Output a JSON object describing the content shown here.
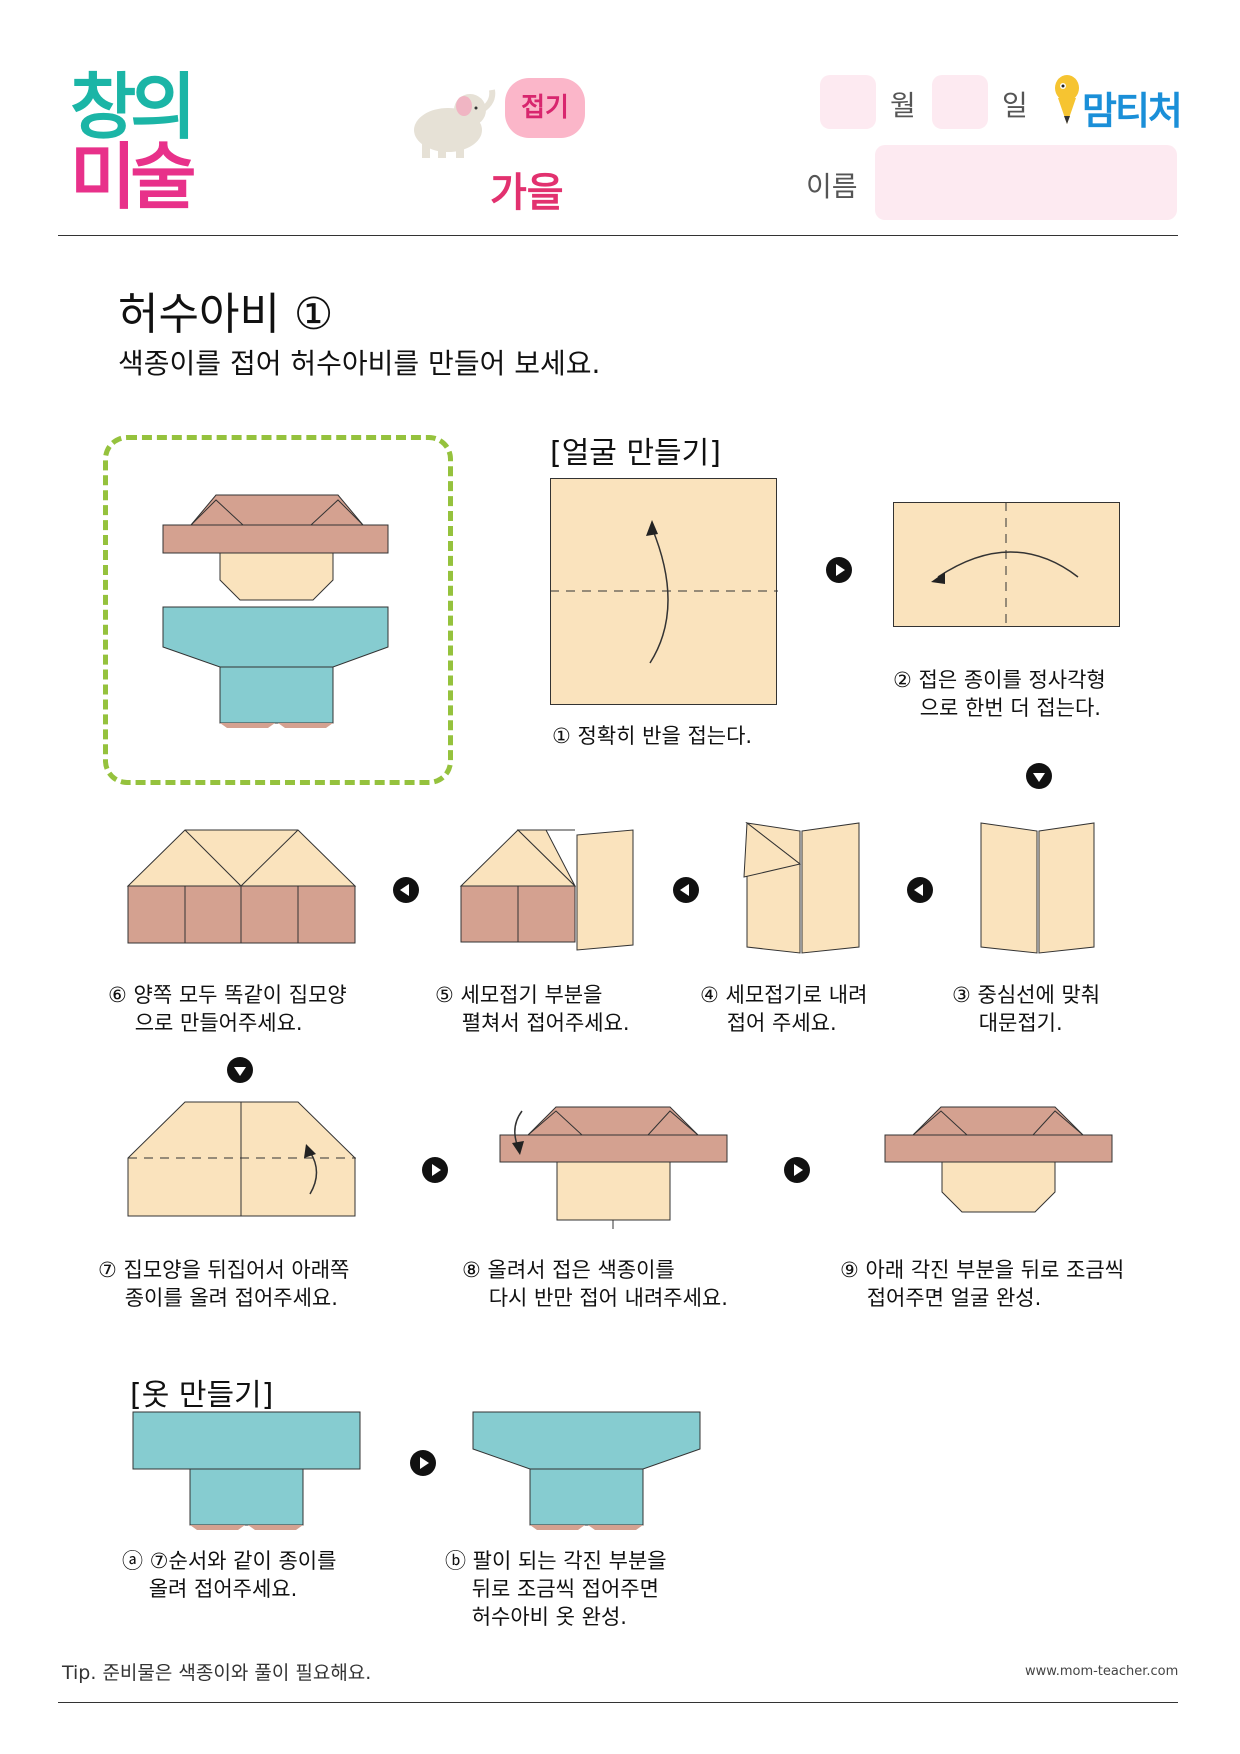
{
  "header": {
    "logo_line1": "창의",
    "logo_line2": "미술",
    "badge": "접기",
    "season": "가을",
    "month_label": "월",
    "day_label": "일",
    "brand": "맘티처",
    "name_label": "이름"
  },
  "title": "허수아비 ①",
  "subtitle": "색종이를 접어 허수아비를 만들어 보세요.",
  "sections": {
    "face": "[얼굴 만들기]",
    "clothes": "[옷 만들기]"
  },
  "steps": {
    "s1": "① 정확히 반을 접는다.",
    "s2": "② 접은 종이를 정사각형\n    으로 한번 더 접는다.",
    "s3": "③ 중심선에 맞춰\n    대문접기.",
    "s4": "④ 세모접기로 내려\n    접어 주세요.",
    "s5": "⑤ 세모접기 부분을\n    펼쳐서 접어주세요.",
    "s6": "⑥ 양쪽 모두 똑같이 집모양\n    으로 만들어주세요.",
    "s7": "⑦ 집모양을 뒤집어서 아래쪽\n    종이를 올려 접어주세요.",
    "s8": "⑧ 올려서 접은 색종이를\n    다시 반만 접어 내려주세요.",
    "s9": "⑨ 아래 각진 부분을 뒤로 조금씩\n    접어주면 얼굴 완성.",
    "sa": "ⓐ ⑦순서와 같이 종이를\n    올려 접어주세요.",
    "sb": "ⓑ 팔이 되는 각진 부분을\n    뒤로 조금씩 접어주면\n    허수아비 옷 완성."
  },
  "footer": {
    "tip": "Tip. 준비물은 색종이와 풀이 필요해요.",
    "url": "www.mom-teacher.com"
  },
  "colors": {
    "paper": "#fae3bd",
    "brown": "#d4a190",
    "teal": "#86ccd0",
    "pink": "#e8318a",
    "green_dash": "#95c23d"
  }
}
